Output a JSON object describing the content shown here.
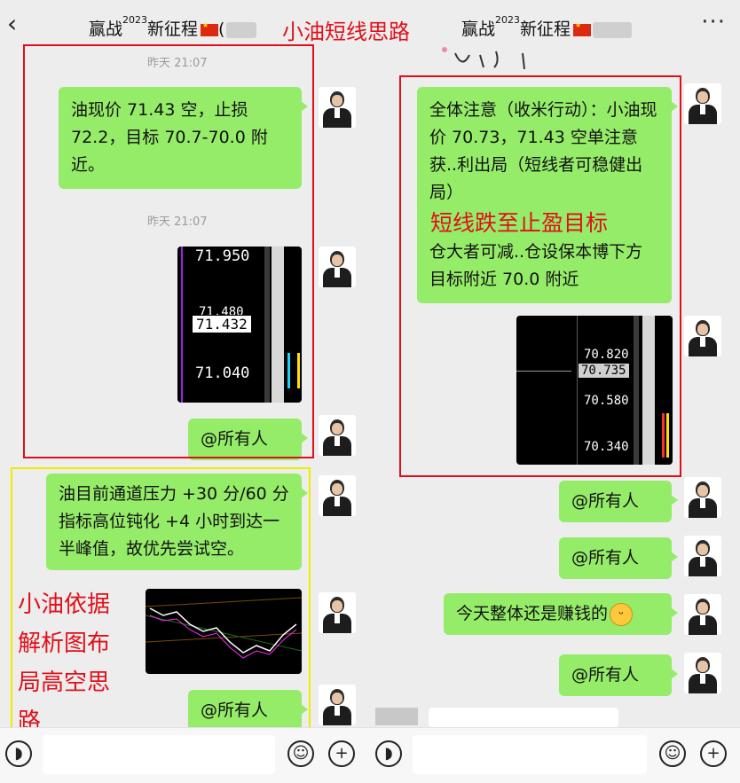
{
  "chat_title": {
    "name": "赢战",
    "year": "2023",
    "suffix": "新征程",
    "paren": "("
  },
  "overlay_title": "小油短线思路",
  "timestamps": [
    "昨天 21:07",
    "昨天 21:07"
  ],
  "left_msgs": {
    "m1": "油现价 71.43 空，止损 72.2，目标 70.7-70.0 附近。",
    "m_at1": "@所有人",
    "m2": "油目前通道压力 +30 分/60 分指标高位钝化 +4 小时到达一半峰值，故优先尝试空。",
    "m_at2": "@所有人"
  },
  "left_chart": {
    "p1": "71.950",
    "p2": "71.480",
    "p3": "71.432",
    "p4": "71.040"
  },
  "right_msgs": {
    "m1_part1": "全体注意（收米行动）：小油现价 70.73，71.43 空单注意获..利出局（短线者可稳健出局）",
    "m1_part2": "仓大者可减..仓设保本博下方目标附近 70.0 附近",
    "at1": "@所有人",
    "at2": "@所有人",
    "m2": "今天整体还是赚钱的",
    "at3": "@所有人"
  },
  "right_chart": {
    "p1": "70.820",
    "p2": "70.735",
    "p3": "70.580",
    "p4": "70.340"
  },
  "annotations": {
    "right_red": "短线跌至止盈目标",
    "left_red": [
      "小油依据",
      "解析图布",
      "局高空思",
      "路"
    ]
  },
  "icons": [
    "back-arrow-icon",
    "more-dots-icon",
    "voice-icon",
    "emoji-icon",
    "plus-icon",
    "grin-emoji-icon"
  ],
  "colors": {
    "bubble": "#95ec69",
    "annotation": "#e0101a",
    "highlight_box": "#ecec00",
    "background": "#ededed"
  }
}
